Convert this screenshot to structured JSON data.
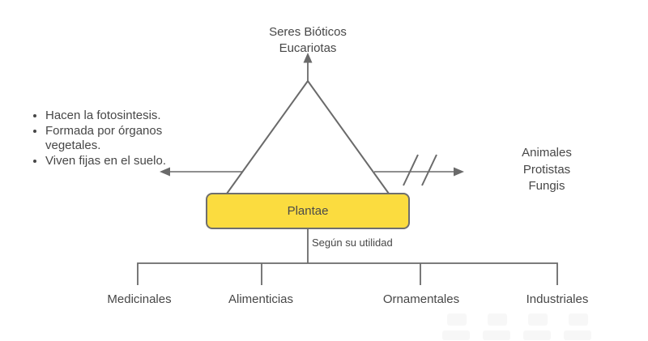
{
  "diagram": {
    "top_label": {
      "line1": "Seres Bióticos",
      "line2": "Eucariotas"
    },
    "characteristics": [
      "Hacen la fotosintesis.",
      "Formada por órganos vegetales.",
      "Viven fijas en el suelo."
    ],
    "excluded_kingdoms": [
      "Animales",
      "Protistas",
      "Fungis"
    ],
    "central_node_label": "Plantae",
    "branch_label": "Según su utilidad",
    "categories": [
      "Medicinales",
      "Alimenticias",
      "Ornamentales",
      "Industriales"
    ],
    "colors": {
      "node_fill": "#FBDC3F",
      "node_border": "#6E6E6E",
      "line": "#6A6A6A",
      "text": "#474747"
    }
  }
}
